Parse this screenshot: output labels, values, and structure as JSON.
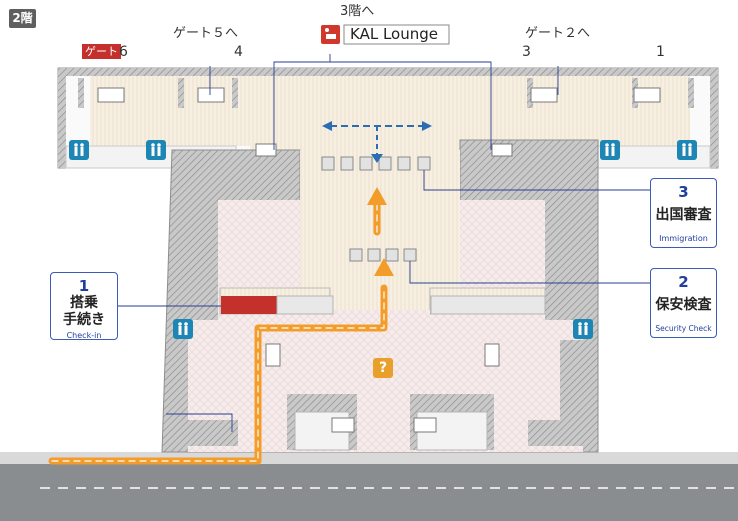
{
  "floor": "2階",
  "labels": {
    "to_floor3": "3階へ",
    "lounge": "KAL Lounge",
    "to_gate5": "ゲート５へ",
    "to_gate2": "ゲート２へ",
    "gate_word": "ゲート"
  },
  "gates": [
    "6",
    "4",
    "3",
    "1"
  ],
  "info_mark": "?",
  "callouts": {
    "checkin": {
      "num": "1",
      "line1": "搭乗",
      "line2": "手続き",
      "en": "Check-in"
    },
    "security": {
      "num": "2",
      "jp": "保安検査",
      "en": "Security Check"
    },
    "immigration": {
      "num": "3",
      "jp": "出国審査",
      "en": "Immigration"
    }
  },
  "colors": {
    "route": "#f39c2a",
    "callout_blue": "#1f3fa0",
    "gate_tag": "#c4302b",
    "restroom": "#1e86b4",
    "info": "#e8a02a"
  }
}
